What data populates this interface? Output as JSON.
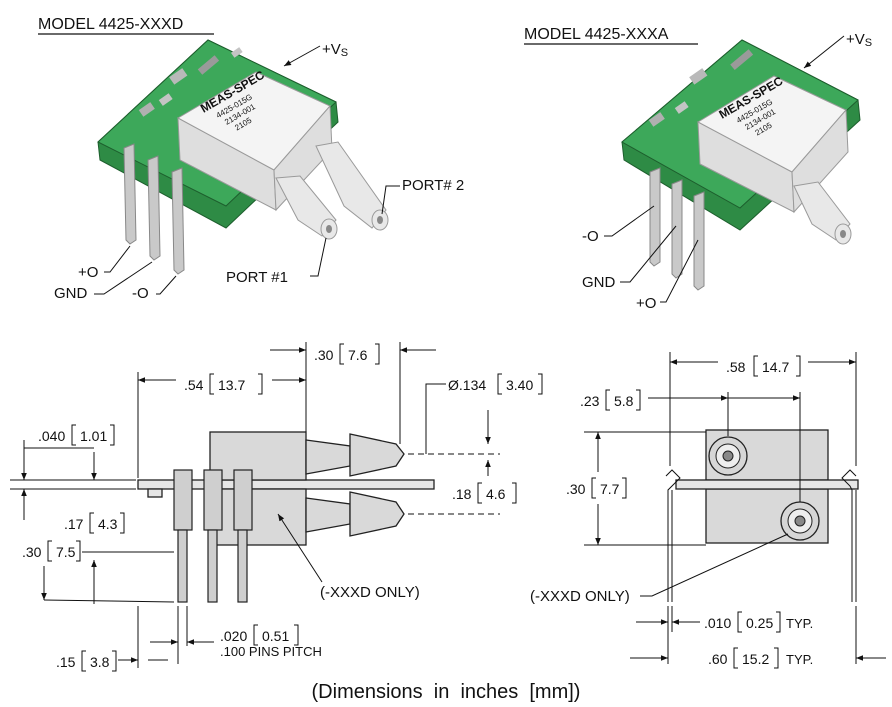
{
  "top_left": {
    "title": "MODEL 4425-XXXD",
    "vs": "+V",
    "vs_sub": "S",
    "port2": "PORT# 2",
    "port1": "PORT #1",
    "plus_o": "+O",
    "gnd": "GND",
    "minus_o": "-O",
    "chip": {
      "brand": "MEAS-SPEC",
      "line1": "4425-015G",
      "line2": "2134-001",
      "line3": "2105"
    }
  },
  "top_right": {
    "title": "MODEL 4425-XXXA",
    "vs": "+V",
    "vs_sub": "S",
    "minus_o": "-O",
    "gnd": "GND",
    "plus_o": "+O",
    "chip": {
      "brand": "MEAS-SPEC",
      "line1": "4425-015G",
      "line2": "2134-001",
      "line3": "2105"
    }
  },
  "side_view": {
    "dim_30_76": {
      "a": ".30",
      "b": "7.6"
    },
    "dim_54_137": {
      "a": ".54",
      "b": "13.7"
    },
    "dim_dia": {
      "a": "Ø.134",
      "b": "3.40"
    },
    "dim_040_101": {
      "a": ".040",
      "b": "1.01"
    },
    "dim_18_46": {
      "a": ".18",
      "b": "4.6"
    },
    "dim_17_43": {
      "a": ".17",
      "b": "4.3"
    },
    "dim_30_75": {
      "a": ".30",
      "b": "7.5"
    },
    "dim_020_051": {
      "a": ".020",
      "b": "0.51"
    },
    "pins_pitch": ".100 PINS PITCH",
    "dim_15_38": {
      "a": ".15",
      "b": "3.8"
    },
    "xxxd_only": "(-XXXD ONLY)"
  },
  "front_view": {
    "dim_58_147": {
      "a": ".58",
      "b": "14.7"
    },
    "dim_23_58": {
      "a": ".23",
      "b": "5.8"
    },
    "dim_30_77": {
      "a": ".30",
      "b": "7.7"
    },
    "xxxd_only": "(-XXXD ONLY)",
    "dim_010_025": {
      "a": ".010",
      "b": "0.25",
      "suffix": "TYP."
    },
    "dim_60_152": {
      "a": ".60",
      "b": "15.2",
      "suffix": "TYP."
    }
  },
  "caption": "(Dimensions  in  inches  [mm])"
}
